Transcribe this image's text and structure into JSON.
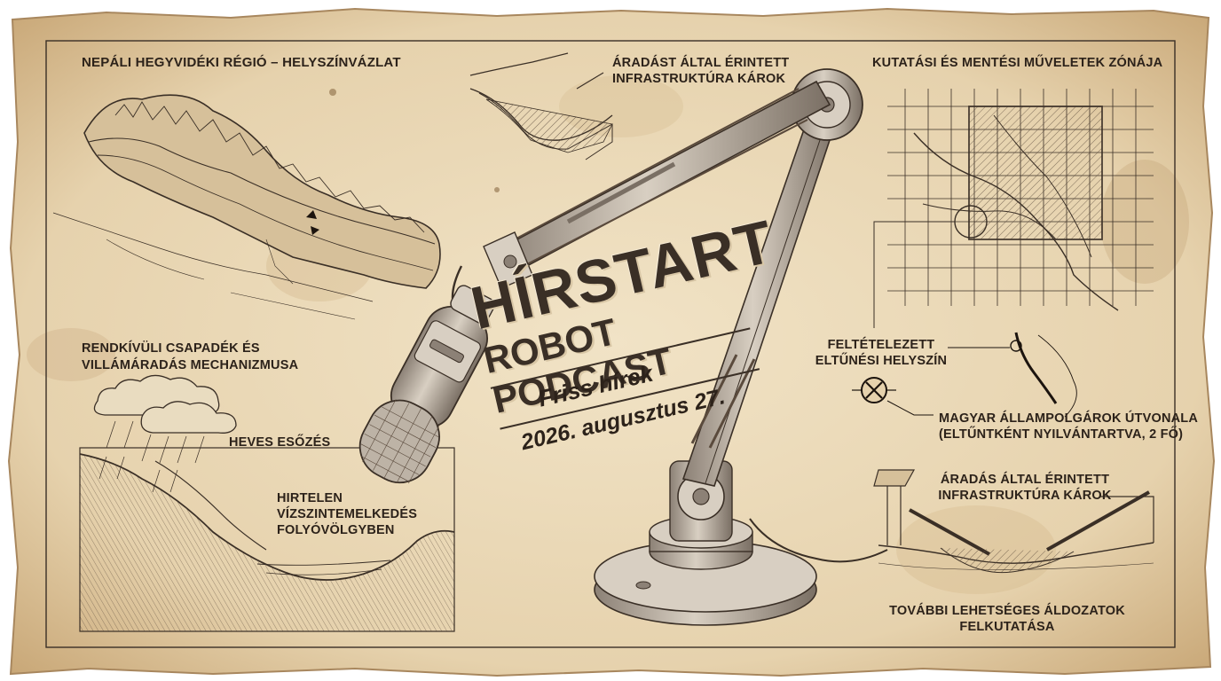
{
  "colors": {
    "paper": "#ead9b8",
    "paper_stain": "#c9a878",
    "ink": "#2c221a",
    "ink_soft": "#5a4a3c",
    "metal": "#9c9186"
  },
  "icons": {
    "microphone": "microphone-icon",
    "boom_arm": "boom-arm-icon",
    "map": "nepal-map-icon",
    "location_mark": "cross-circle-icon"
  },
  "title": {
    "main": "HÍRSTART",
    "sub": "ROBOT PODCAST",
    "tagline": "Friss hírek",
    "date": "2026. augusztus 27."
  },
  "labels": {
    "map_region": "NEPÁLI HEGYVIDÉKI RÉGIÓ – HELYSZÍNVÁZLAT",
    "flood_top_1": "ÁRADÁST ÁLTAL ÉRINTETT",
    "flood_top_2": "INFRASTRUKTÚRA KÁROK",
    "search_zone": "KUTATÁSI ÉS MENTÉSI MŰVELETEK ZÓNÁJA",
    "mechanism_1": "RENDKÍVÜLI CSAPADÉK ÉS",
    "mechanism_2": "VILLÁMÁRADÁS MECHANIZMUSA",
    "heavy_rain": "HEVES ESŐZÉS",
    "rise_1": "HIRTELEN",
    "rise_2": "VÍZSZINTEMELKEDÉS",
    "rise_3": "FOLYÓVÖLGYBEN",
    "missing_1": "FELTÉTELEZETT",
    "missing_2": "ELTŰNÉSI HELYSZÍN",
    "route_1": "MAGYAR ÁLLAMPOLGÁROK ÚTVONALA",
    "route_2": "(ELTŰNTKÉNT NYILVÁNTARTVA, 2 FŐ)",
    "flood_bottom_1": "ÁRADÁS ÁLTAL ÉRINTETT",
    "flood_bottom_2": "INFRASTRUKTÚRA KÁROK",
    "victims_1": "TOVÁBBI LEHETSÉGES ÁLDOZATOK",
    "victims_2": "FELKUTATÁSA"
  }
}
